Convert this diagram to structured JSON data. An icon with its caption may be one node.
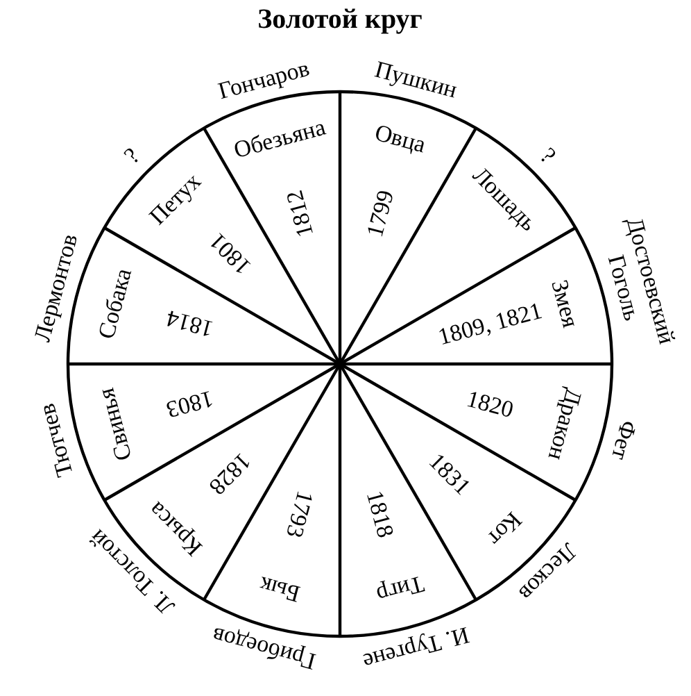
{
  "diagram": {
    "title": "Золотой круг",
    "nodes": [
      {
        "text": [
          "Овца",
          "1799"
        ],
        "beside": [
          "Пушкин"
        ]
      },
      {
        "text": [
          "Лошадь"
        ],
        "beside": [
          "?"
        ]
      },
      {
        "text": [
          "Змея",
          "1809, 1821"
        ],
        "beside": [
          "Достоевский",
          "Гоголь"
        ]
      },
      {
        "text": [
          "Дракон",
          "1820"
        ],
        "beside": [
          "Фет"
        ]
      },
      {
        "text": [
          "Кот",
          "1831"
        ],
        "beside": [
          "Лесков"
        ]
      },
      {
        "text": [
          "Тигр",
          "1818"
        ],
        "beside": [
          "И. Тургене"
        ]
      },
      {
        "text": [
          "Бык",
          "1793"
        ],
        "beside": [
          "Грибоедов"
        ]
      },
      {
        "text": [
          "Крыса",
          "1828"
        ],
        "beside": [
          "Л. Толстой"
        ]
      },
      {
        "text": [
          "Свинья",
          "1803"
        ],
        "beside": [
          "Тютчев"
        ]
      },
      {
        "text": [
          "Собака",
          "1814"
        ],
        "beside": [
          "Лермонтов"
        ]
      },
      {
        "text": [
          "Петух",
          "1801"
        ],
        "beside": [
          "?"
        ]
      },
      {
        "text": [
          "Обезьяна",
          "1812"
        ],
        "beside": [
          "Гончаров"
        ]
      }
    ],
    "edges": []
  }
}
